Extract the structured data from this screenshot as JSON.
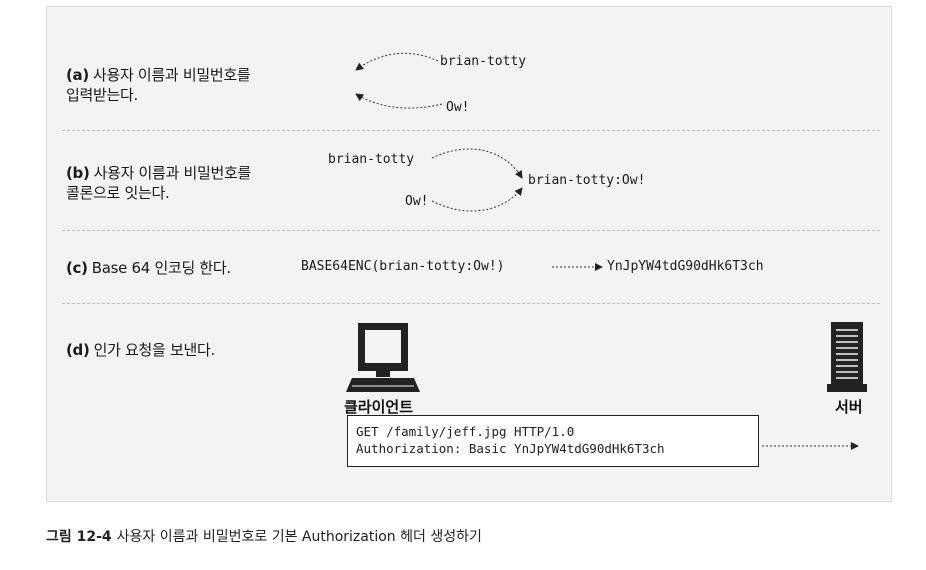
{
  "steps": {
    "a": {
      "tag": "(a)",
      "line1": "사용자 이름과 비밀번호를",
      "line2": "입력받는다."
    },
    "b": {
      "tag": "(b)",
      "line1": "사용자 이름과 비밀번호를",
      "line2": "콜론으로 잇는다."
    },
    "c": {
      "tag": "(c)",
      "text": "Base 64 인코딩 한다."
    },
    "d": {
      "tag": "(d)",
      "text": "인가 요청을 보낸다."
    }
  },
  "diagram": {
    "a_username": "brian-totty",
    "a_password": "Ow!",
    "b_username": "brian-totty",
    "b_password": "Ow!",
    "b_joined": "brian-totty:Ow!",
    "c_input": "BASE64ENC(brian-totty:Ow!)",
    "c_output": "YnJpYW4tdG90dHk6T3ch",
    "client_label": "클라이언트",
    "server_label": "서버",
    "request_line": "GET /family/jeff.jpg HTTP/1.0",
    "auth_header": "Authorization: Basic YnJpYW4tdG90dHk6T3ch"
  },
  "caption": {
    "number": "그림 12-4",
    "text": "사용자 이름과 비밀번호로 기본 Authorization 헤더 생성하기"
  },
  "colors": {
    "panel": "#f3f3f3",
    "text": "#1a1a1a",
    "icon": "#222222"
  }
}
